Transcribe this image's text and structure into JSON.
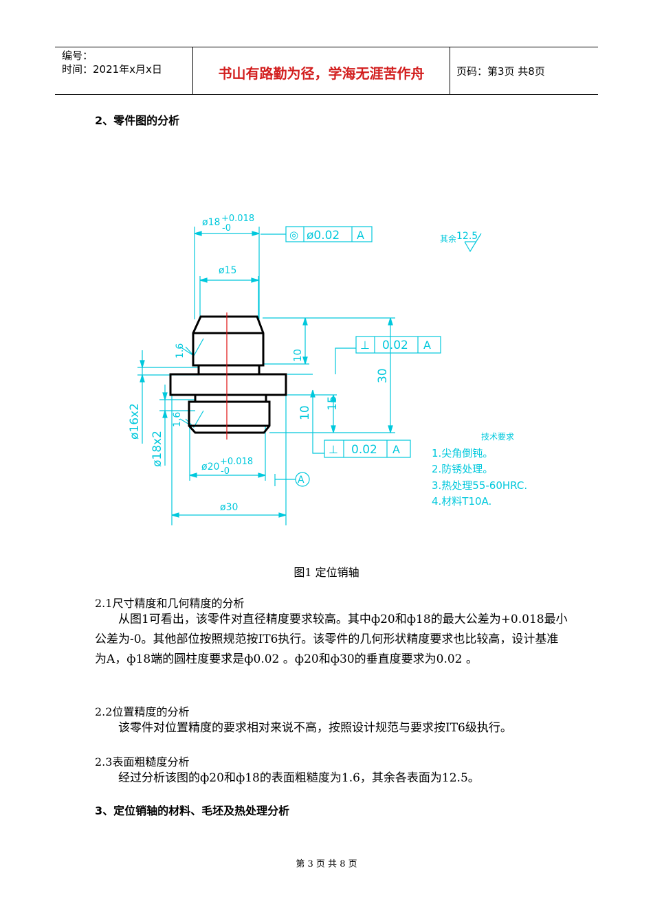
{
  "header": {
    "number_label": "编号：",
    "time_label": "时间：2021年x月x日",
    "motto": "书山有路勤为径，学海无涯苦作舟",
    "page_info": "页码：第3页  共8页"
  },
  "section2_title": "2、零件图的分析",
  "drawing": {
    "dims": {
      "d18_label": "ø18",
      "d18_tol_upper": "+0.018",
      "d18_tol_lower": "-0",
      "d15": "ø15",
      "d20_label": "ø20",
      "d20_tol_upper": "+0.018",
      "d20_tol_lower": "-0",
      "d30": "ø30",
      "d16x2": "ø16x2",
      "d18x2": "ø18x2",
      "len10_top": "10",
      "len30": "30",
      "len15": "15",
      "len10_bottom": "10",
      "rough16_top": "1.6",
      "rough16_bottom": "1.6"
    },
    "fcf_top": {
      "symbol": "◎",
      "value": "ø0.02",
      "datum": "A"
    },
    "fcf_mid": {
      "symbol": "⊥",
      "value": "0.02",
      "datum": "A"
    },
    "fcf_bottom": {
      "symbol": "⊥",
      "value": "0.02",
      "datum": "A"
    },
    "datum_label": "A",
    "roughness_other": {
      "prefix": "其余",
      "value": "12.5"
    },
    "tech_requirements": {
      "title": "技术要求",
      "items": [
        "1.尖角倒钝。",
        "2.防锈处理。",
        "3.热处理55-60HRC.",
        "4.材料T10A."
      ]
    }
  },
  "figure_caption": "图1   定位销轴",
  "s21": {
    "title": "2.1尺寸精度和几何精度的分析",
    "body": "从图1可看出，该零件对直径精度要求较高。其中ф20和ф18的最大公差为+0.018最小公差为-0。其他部位按照规范按IT6执行。该零件的几何形状精度要求也比较高，设计基准为A，ф18端的圆柱度要求是ф0.02 。ф20和ф30的垂直度要求为0.02 。"
  },
  "s22": {
    "title": "2.2位置精度的分析",
    "body": "该零件对位置精度的要求相对来说不高，按照设计规范与要求按IT6级执行。"
  },
  "s23": {
    "title": "2.3表面粗糙度分析",
    "body": "经过分析该图的ф20和ф18的表面粗糙度为1.6，其余各表面为12.5。"
  },
  "section3_title": "3、定位销轴的材料、毛坯及热处理分析",
  "footer": "第 3 页 共 8 页",
  "colors": {
    "motto": "#d21e1e",
    "dimension": "#00c8dc",
    "centerline": "#e01010",
    "part_outline": "#000000"
  }
}
